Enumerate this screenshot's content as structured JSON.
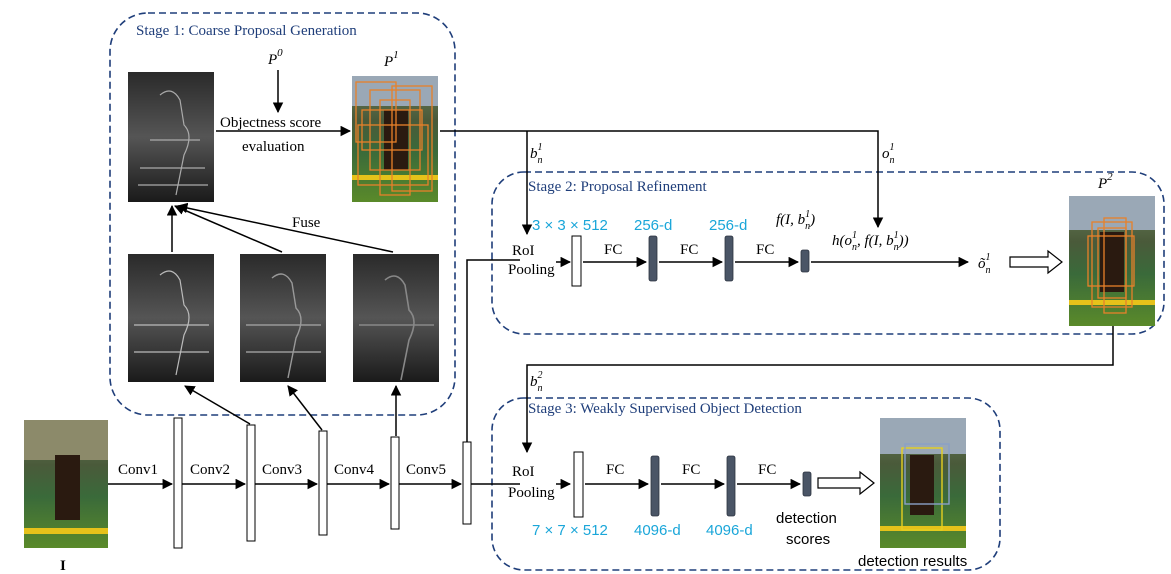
{
  "stage1": {
    "title": "Stage 1: Coarse Proposal Generation",
    "p0": "P",
    "p0_sup": "0",
    "p1": "P",
    "p1_sup": "1",
    "objectness_line1": "Objectness score",
    "objectness_line2": "evaluation",
    "fuse": "Fuse"
  },
  "stage2": {
    "title": "Stage 2: Proposal Refinement",
    "p2": "P",
    "p2_sup": "2",
    "roi_line1": "RoI",
    "roi_line2": "Pooling",
    "dim_roi": "3 × 3 × 512",
    "dim_fc1": "256-d",
    "dim_fc2": "256-d",
    "fc1": "FC",
    "fc2": "FC",
    "fc3": "FC",
    "f_expr": "f(I, b",
    "f_expr_sub": "n",
    "f_expr_sup": "1",
    "f_expr_close": ")",
    "h_expr": "h(o",
    "h_expr_mid": ", f(I, b",
    "h_expr_close": "))",
    "o_tilde": "õ"
  },
  "stage3": {
    "title": "Stage 3: Weakly Supervised Object Detection",
    "roi_line1": "RoI",
    "roi_line2": "Pooling",
    "dim_roi": "7 × 7 × 512",
    "dim_fc1": "4096-d",
    "dim_fc2": "4096-d",
    "fc1": "FC",
    "fc2": "FC",
    "fc3": "FC",
    "det_scores_line1": "detection",
    "det_scores_line2": "scores",
    "det_results": "detection results"
  },
  "backbone": {
    "conv1": "Conv1",
    "conv2": "Conv2",
    "conv3": "Conv3",
    "conv4": "Conv4",
    "conv5": "Conv5",
    "input_label": "I"
  },
  "symbols": {
    "b": "b",
    "o": "o",
    "n": "n",
    "s1": "1",
    "s2": "2"
  },
  "colors": {
    "stage_border": "#1f3e7a",
    "dim_text": "#1aa6d9",
    "proposal_box": "#e8812a",
    "fc_bar": "#4a5566"
  }
}
